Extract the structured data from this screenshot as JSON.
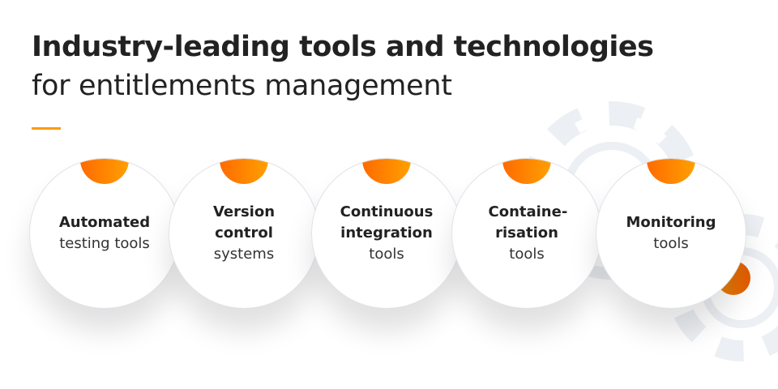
{
  "header": {
    "title": "Industry-leading tools and technologies",
    "subtitle": "for entitlements management"
  },
  "items": [
    {
      "bold": "Automated",
      "regular": "testing tools"
    },
    {
      "bold": "Version control",
      "regular": "systems"
    },
    {
      "bold": "Continuous integration",
      "regular": "tools"
    },
    {
      "bold": "Containe-risation",
      "regular": "tools"
    },
    {
      "bold": "Monitoring",
      "regular": "tools"
    }
  ],
  "colors": {
    "accent": "#ff9a00",
    "gradient_start": "#ff6a00",
    "gradient_end": "#ffa000",
    "gear": "#eceff3"
  }
}
